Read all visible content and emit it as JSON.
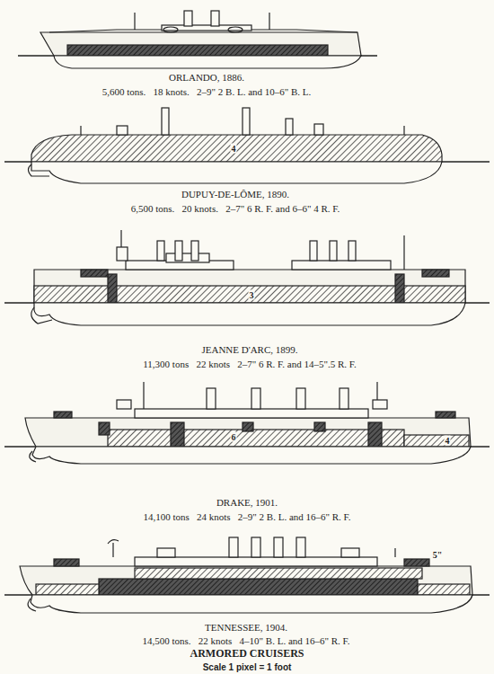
{
  "diagram": {
    "title": "ARMORED CRUISERS",
    "caption": "Scale 1 pixel = 1 foot",
    "labels": [
      "ORLANDO, 1886.",
      "5,600 tons.   18 knots.   2–9\" 2 B. L. and 10–6\" B. L.",
      "DUPUY-DE-LÔME, 1890.",
      "6,500 tons.   20 knots.   2–7\" 6 R. F. and 6–6\" 4 R. F.",
      "JEANNE D'ARC, 1899.",
      "11,300 tons   22 knots   2–7\" 6 R. F. and 14–5\".5 R. F.",
      "DRAKE, 1901.",
      "14,100 tons   24 knots   2–9\" 2 B. L. and 16–6\" R. F.",
      "TENNESSEE, 1904.",
      "14,500 tons.   22 knots   4–10\" B. L. and 16–6\" R. F.",
      "4",
      "3",
      "6",
      "4",
      "5\""
    ]
  }
}
